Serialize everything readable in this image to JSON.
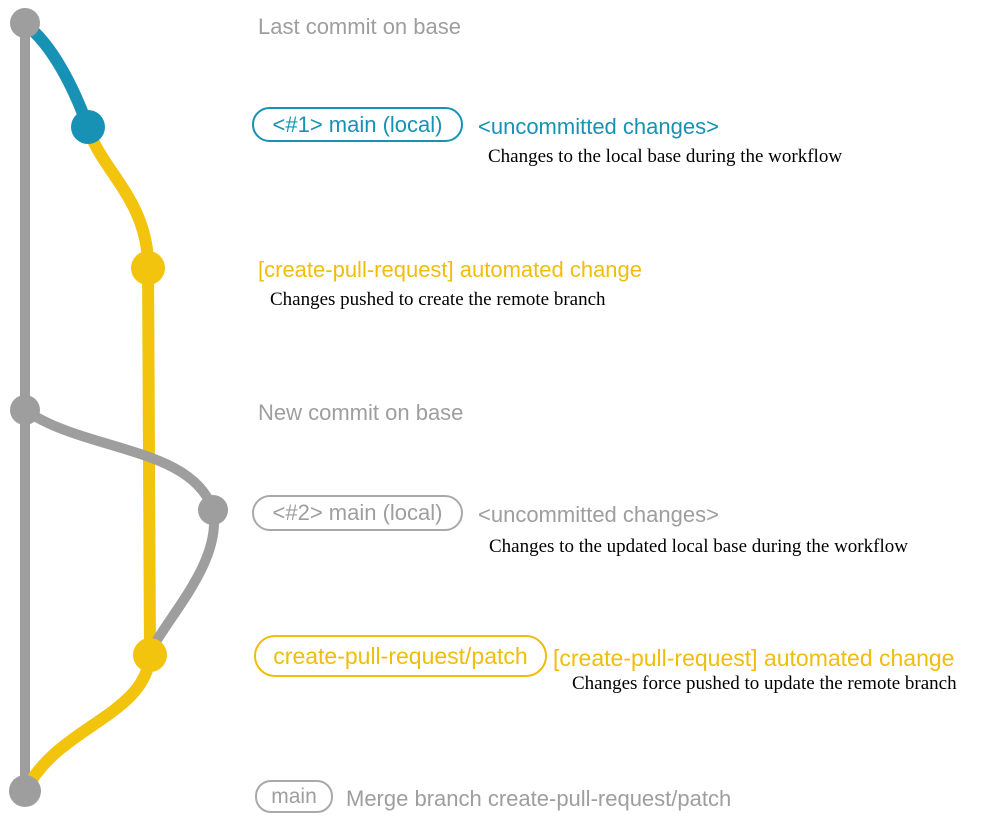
{
  "colors": {
    "gray": "#9e9e9e",
    "blue": "#1792b5",
    "yellow_line": "#f2c40e",
    "yellow_text": "#f0bd0a",
    "black": "#000000"
  },
  "labels": {
    "last_commit": "Last commit on base",
    "new_commit": "New commit on base",
    "merge_message": "Merge branch create-pull-request/patch"
  },
  "badges": {
    "main_local_1": "<#1> main (local)",
    "main_local_2": "<#2> main (local)",
    "cpr_patch": "create-pull-request/patch",
    "main": "main"
  },
  "rows": {
    "uncommitted_1": {
      "heading": "<uncommitted changes>",
      "desc": "Changes to the local base during the workflow"
    },
    "automated_1": {
      "heading": "[create-pull-request] automated change",
      "desc": "Changes pushed to create the remote branch"
    },
    "uncommitted_2": {
      "heading": "<uncommitted changes>",
      "desc": "Changes to the updated local base during the workflow"
    },
    "automated_2": {
      "heading": "[create-pull-request] automated change",
      "desc": "Changes force pushed to update the remote branch"
    }
  },
  "graph": {
    "branches": [
      "base (gray)",
      "main local (blue)",
      "create-pull-request/patch (yellow)"
    ],
    "commit_dots": [
      {
        "name": "last-commit-on-base",
        "color": "gray"
      },
      {
        "name": "main-local-1",
        "color": "blue"
      },
      {
        "name": "automated-change-1",
        "color": "yellow"
      },
      {
        "name": "new-commit-on-base",
        "color": "gray"
      },
      {
        "name": "main-local-2",
        "color": "gray"
      },
      {
        "name": "automated-change-2",
        "color": "yellow"
      },
      {
        "name": "merge-commit",
        "color": "gray"
      }
    ]
  }
}
